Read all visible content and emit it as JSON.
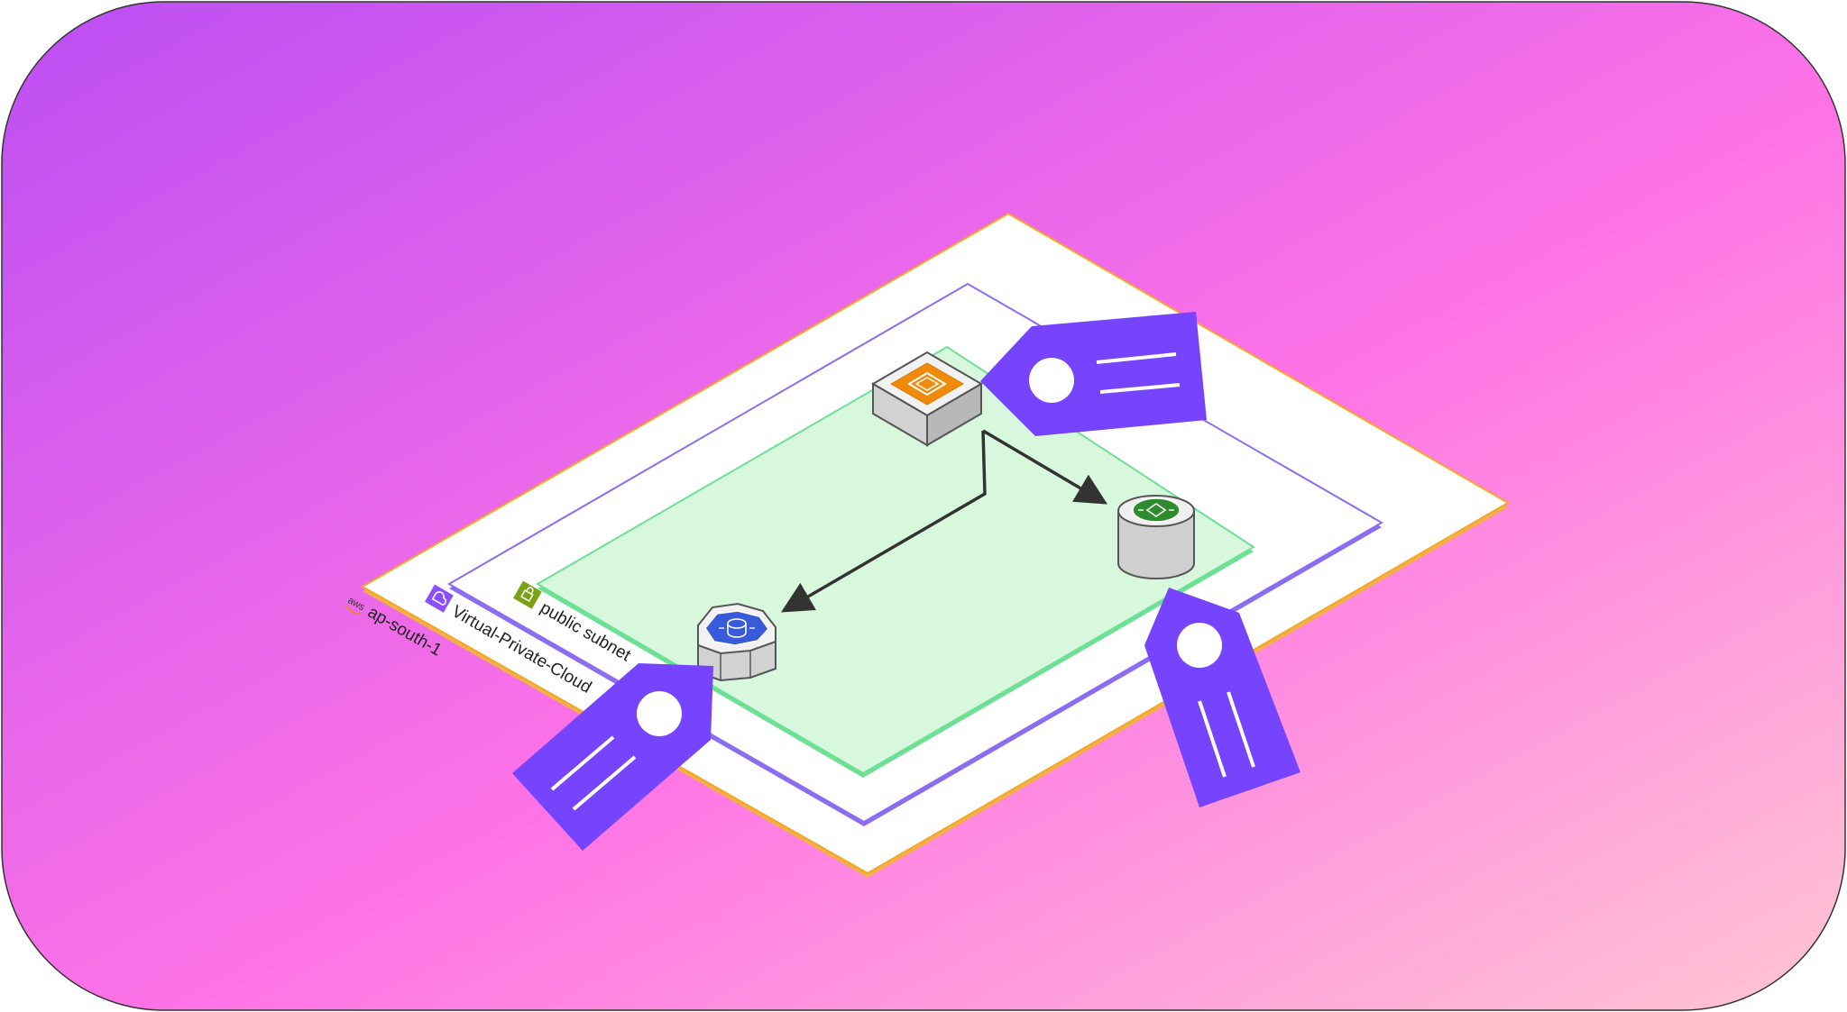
{
  "diagram": {
    "region": {
      "provider_tag": "aws",
      "label": "ap-south-1"
    },
    "vpc": {
      "label": "Virtual-Private-Cloud"
    },
    "subnet": {
      "label": "public subnet"
    },
    "nodes": [
      {
        "id": "compute",
        "icon": "cpu-chip-icon",
        "color": "#F08A0B"
      },
      {
        "id": "storage",
        "icon": "storage-bucket-icon",
        "color": "#2E8B2E"
      },
      {
        "id": "database",
        "icon": "database-icon",
        "color": "#3A5BD9"
      }
    ],
    "tags": [
      {
        "attached_to": "compute",
        "icon": "tag-icon"
      },
      {
        "attached_to": "storage",
        "icon": "tag-icon"
      },
      {
        "attached_to": "database",
        "icon": "tag-icon"
      }
    ],
    "edges": [
      {
        "from": "compute",
        "to": "storage"
      },
      {
        "from": "compute",
        "to": "database"
      }
    ]
  },
  "colors": {
    "background_start": "#BE50F4",
    "background_mid": "#FF73E6",
    "background_end": "#FFC0D6",
    "region_border": "#F5A623",
    "vpc_border": "#8C6CF0",
    "subnet_fill": "#D8F8DE",
    "subnet_border": "#6EE094",
    "tag_fill": "#7544FC",
    "arrow": "#333333"
  }
}
